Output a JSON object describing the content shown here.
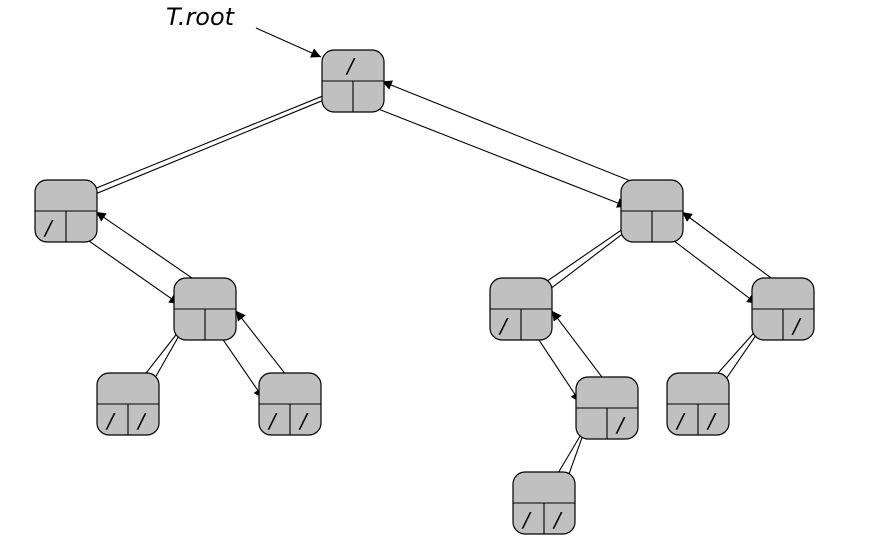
{
  "pointer_label": "T.root",
  "nil_symbol": "/",
  "nodes": [
    {
      "id": "root",
      "p": true,
      "l": false,
      "r": false
    },
    {
      "id": "a",
      "p": false,
      "l": true,
      "r": false
    },
    {
      "id": "b",
      "p": false,
      "l": false,
      "r": false
    },
    {
      "id": "c",
      "p": false,
      "l": true,
      "r": true
    },
    {
      "id": "d",
      "p": false,
      "l": true,
      "r": true
    },
    {
      "id": "e",
      "p": false,
      "l": false,
      "r": false
    },
    {
      "id": "f",
      "p": false,
      "l": true,
      "r": false
    },
    {
      "id": "g",
      "p": false,
      "l": false,
      "r": true
    },
    {
      "id": "h",
      "p": false,
      "l": false,
      "r": true
    },
    {
      "id": "i",
      "p": false,
      "l": true,
      "r": true
    },
    {
      "id": "j",
      "p": false,
      "l": true,
      "r": true
    },
    {
      "id": "k",
      "p": false,
      "l": true,
      "r": true
    }
  ],
  "edges": [
    [
      "root",
      "a",
      "left"
    ],
    [
      "root",
      "e",
      "right"
    ],
    [
      "a",
      "b",
      "right"
    ],
    [
      "b",
      "c",
      "left"
    ],
    [
      "b",
      "d",
      "right"
    ],
    [
      "e",
      "f",
      "left"
    ],
    [
      "e",
      "g",
      "right"
    ],
    [
      "f",
      "h",
      "right"
    ],
    [
      "h",
      "i",
      "left"
    ],
    [
      "g",
      "j",
      "left"
    ]
  ]
}
